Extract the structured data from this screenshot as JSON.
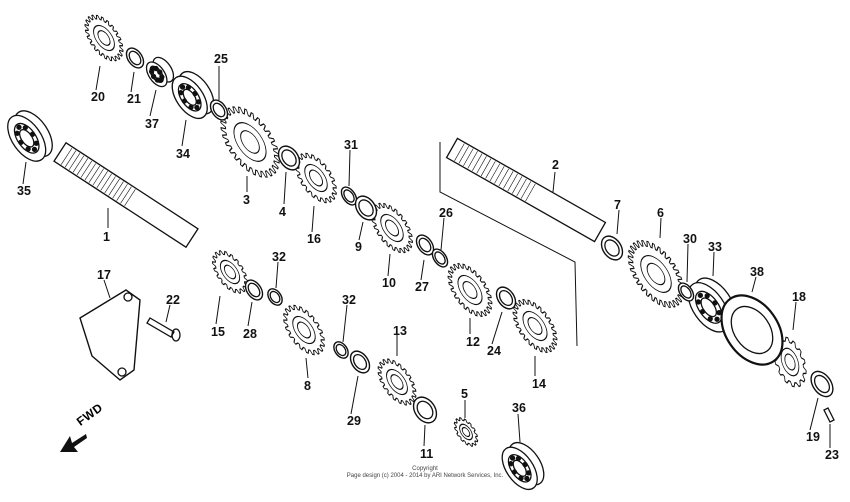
{
  "diagram": {
    "fwd_label": "FWD",
    "copyright_line1": "Copyright",
    "copyright_line2": "Page design (c) 2004 - 2014 by ARI Network Services, Inc.",
    "callouts": [
      "1",
      "2",
      "3",
      "4",
      "5",
      "6",
      "7",
      "8",
      "9",
      "10",
      "11",
      "12",
      "13",
      "14",
      "15",
      "16",
      "17",
      "18",
      "19",
      "20",
      "21",
      "22",
      "23",
      "24",
      "25",
      "26",
      "27",
      "28",
      "29",
      "30",
      "31",
      "32",
      "32",
      "33",
      "34",
      "35",
      "36",
      "37",
      "38"
    ]
  }
}
